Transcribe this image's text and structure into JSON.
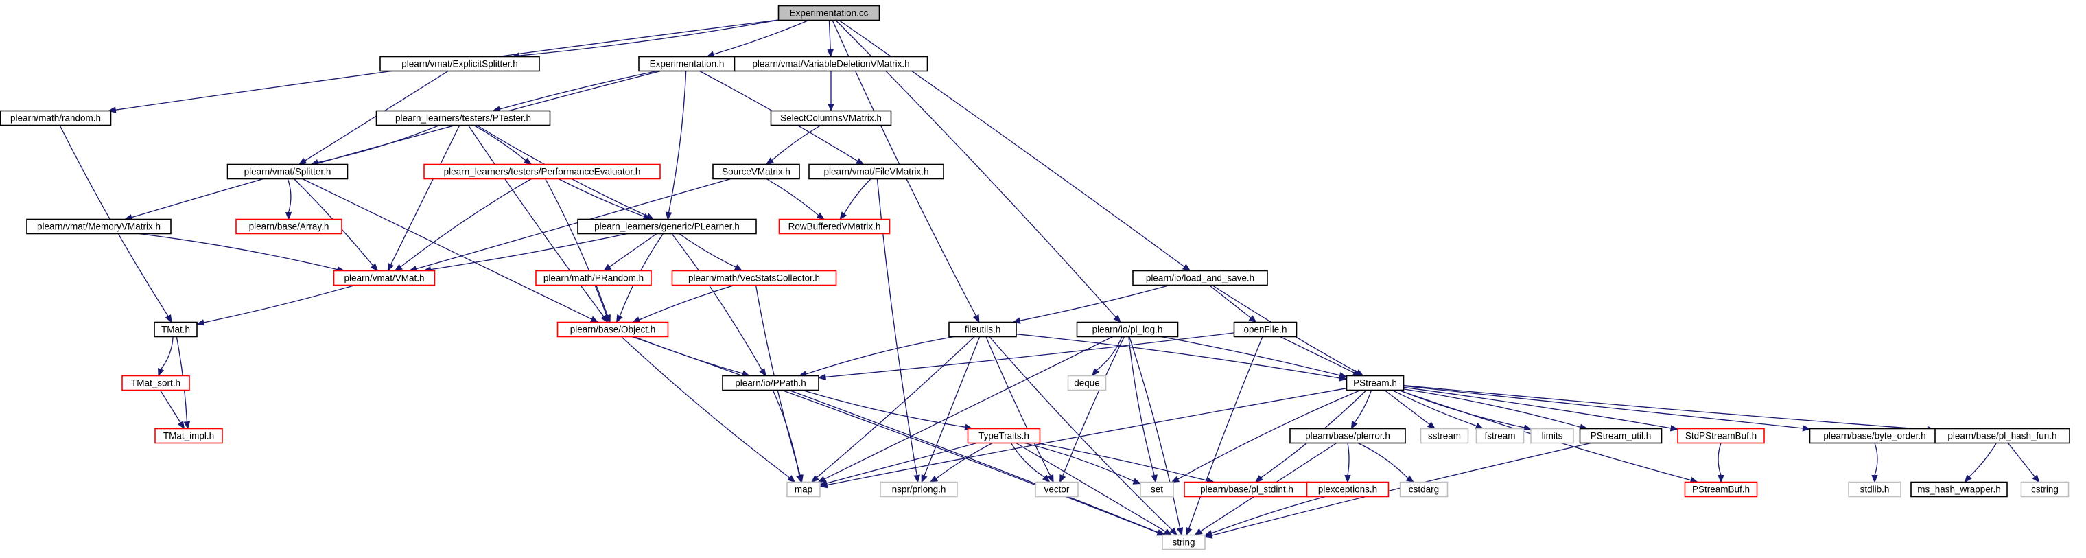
{
  "graph": {
    "root": "Experimentation.cc",
    "colors": {
      "edge": "#191970",
      "documented_border": "#000000",
      "undocumented_border": "#ff0000",
      "external_border": "#bfbfbf",
      "root_fill": "#bfbfbf"
    },
    "nodes": {
      "experimentation_cc": {
        "label": "Experimentation.cc",
        "kind": "root"
      },
      "explicit_splitter": {
        "label": "plearn/vmat/ExplicitSplitter.h",
        "kind": "doc"
      },
      "experimentation_h": {
        "label": "Experimentation.h",
        "kind": "doc"
      },
      "variable_deletion": {
        "label": "plearn/vmat/VariableDeletionVMatrix.h",
        "kind": "doc"
      },
      "random_h": {
        "label": "plearn/math/random.h",
        "kind": "doc"
      },
      "ptester": {
        "label": "plearn_learners/testers/PTester.h",
        "kind": "doc"
      },
      "select_columns": {
        "label": "SelectColumnsVMatrix.h",
        "kind": "doc"
      },
      "splitter": {
        "label": "plearn/vmat/Splitter.h",
        "kind": "doc"
      },
      "performance_evaluator": {
        "label": "plearn_learners/testers/PerformanceEvaluator.h",
        "kind": "red"
      },
      "source_vmatrix": {
        "label": "SourceVMatrix.h",
        "kind": "doc"
      },
      "file_vmatrix": {
        "label": "plearn/vmat/FileVMatrix.h",
        "kind": "doc"
      },
      "memory_vmatrix": {
        "label": "plearn/vmat/MemoryVMatrix.h",
        "kind": "doc"
      },
      "array_h": {
        "label": "plearn/base/Array.h",
        "kind": "red"
      },
      "plearner": {
        "label": "plearn_learners/generic/PLearner.h",
        "kind": "doc"
      },
      "row_buffered": {
        "label": "RowBufferedVMatrix.h",
        "kind": "red"
      },
      "vmat_h": {
        "label": "plearn/vmat/VMat.h",
        "kind": "red"
      },
      "prandom": {
        "label": "plearn/math/PRandom.h",
        "kind": "red"
      },
      "vecstats": {
        "label": "plearn/math/VecStatsCollector.h",
        "kind": "red"
      },
      "load_and_save": {
        "label": "plearn/io/load_and_save.h",
        "kind": "doc"
      },
      "tmat_h": {
        "label": "TMat.h",
        "kind": "doc"
      },
      "object_h": {
        "label": "plearn/base/Object.h",
        "kind": "red"
      },
      "fileutils": {
        "label": "fileutils.h",
        "kind": "doc"
      },
      "pl_log": {
        "label": "plearn/io/pl_log.h",
        "kind": "doc"
      },
      "openfile": {
        "label": "openFile.h",
        "kind": "doc"
      },
      "deque": {
        "label": "deque",
        "kind": "ext"
      },
      "tmat_sort": {
        "label": "TMat_sort.h",
        "kind": "red"
      },
      "ppath": {
        "label": "plearn/io/PPath.h",
        "kind": "doc"
      },
      "pstream": {
        "label": "PStream.h",
        "kind": "doc"
      },
      "tmat_impl": {
        "label": "TMat_impl.h",
        "kind": "red"
      },
      "typetraits": {
        "label": "TypeTraits.h",
        "kind": "red"
      },
      "plerror": {
        "label": "plearn/base/plerror.h",
        "kind": "doc"
      },
      "sstream": {
        "label": "sstream",
        "kind": "ext"
      },
      "fstream": {
        "label": "fstream",
        "kind": "ext"
      },
      "limits": {
        "label": "limits",
        "kind": "ext"
      },
      "pstream_util": {
        "label": "PStream_util.h",
        "kind": "doc"
      },
      "stdpstreambuf": {
        "label": "StdPStreamBuf.h",
        "kind": "red"
      },
      "byte_order": {
        "label": "plearn/base/byte_order.h",
        "kind": "doc"
      },
      "pl_hash_fun": {
        "label": "plearn/base/pl_hash_fun.h",
        "kind": "doc"
      },
      "map": {
        "label": "map",
        "kind": "ext"
      },
      "nspr": {
        "label": "nspr/prlong.h",
        "kind": "ext"
      },
      "vector": {
        "label": "vector",
        "kind": "ext"
      },
      "set": {
        "label": "set",
        "kind": "ext"
      },
      "pl_stdint": {
        "label": "plearn/base/pl_stdint.h",
        "kind": "red"
      },
      "cstdarg": {
        "label": "cstdarg",
        "kind": "ext"
      },
      "plexceptions": {
        "label": "plexceptions.h",
        "kind": "red"
      },
      "pstreambuf": {
        "label": "PStreamBuf.h",
        "kind": "red"
      },
      "stdlib": {
        "label": "stdlib.h",
        "kind": "ext"
      },
      "ms_hash": {
        "label": "ms_hash_wrapper.h",
        "kind": "doc"
      },
      "cstring": {
        "label": "cstring",
        "kind": "ext"
      },
      "string": {
        "label": "string",
        "kind": "ext"
      }
    },
    "edges": [
      [
        "experimentation_cc",
        "explicit_splitter"
      ],
      [
        "experimentation_cc",
        "experimentation_h"
      ],
      [
        "experimentation_cc",
        "variable_deletion"
      ],
      [
        "experimentation_cc",
        "random_h"
      ],
      [
        "experimentation_cc",
        "fileutils"
      ],
      [
        "experimentation_cc",
        "pl_log"
      ],
      [
        "experimentation_cc",
        "load_and_save"
      ],
      [
        "explicit_splitter",
        "splitter"
      ],
      [
        "experimentation_h",
        "ptester"
      ],
      [
        "experimentation_h",
        "memory_vmatrix"
      ],
      [
        "experimentation_h",
        "plearner"
      ],
      [
        "experimentation_h",
        "file_vmatrix"
      ],
      [
        "variable_deletion",
        "select_columns"
      ],
      [
        "select_columns",
        "source_vmatrix"
      ],
      [
        "random_h",
        "tmat_h"
      ],
      [
        "ptester",
        "splitter"
      ],
      [
        "ptester",
        "performance_evaluator"
      ],
      [
        "ptester",
        "vmat_h"
      ],
      [
        "ptester",
        "object_h"
      ],
      [
        "ptester",
        "plearner"
      ],
      [
        "splitter",
        "array_h"
      ],
      [
        "splitter",
        "vmat_h"
      ],
      [
        "splitter",
        "object_h"
      ],
      [
        "performance_evaluator",
        "plearner"
      ],
      [
        "performance_evaluator",
        "vmat_h"
      ],
      [
        "performance_evaluator",
        "object_h"
      ],
      [
        "source_vmatrix",
        "row_buffered"
      ],
      [
        "source_vmatrix",
        "vmat_h"
      ],
      [
        "file_vmatrix",
        "row_buffered"
      ],
      [
        "file_vmatrix",
        "nspr"
      ],
      [
        "memory_vmatrix",
        "vmat_h"
      ],
      [
        "plearner",
        "vmat_h"
      ],
      [
        "plearner",
        "prandom"
      ],
      [
        "plearner",
        "vecstats"
      ],
      [
        "plearner",
        "object_h"
      ],
      [
        "plearner",
        "ppath"
      ],
      [
        "vmat_h",
        "tmat_h"
      ],
      [
        "prandom",
        "object_h"
      ],
      [
        "vecstats",
        "object_h"
      ],
      [
        "vecstats",
        "map"
      ],
      [
        "tmat_h",
        "tmat_sort"
      ],
      [
        "tmat_h",
        "tmat_impl"
      ],
      [
        "tmat_sort",
        "tmat_impl"
      ],
      [
        "object_h",
        "ppath"
      ],
      [
        "object_h",
        "map"
      ],
      [
        "object_h",
        "string"
      ],
      [
        "load_and_save",
        "fileutils"
      ],
      [
        "load_and_save",
        "openfile"
      ],
      [
        "load_and_save",
        "pstream"
      ],
      [
        "fileutils",
        "ppath"
      ],
      [
        "fileutils",
        "pstream"
      ],
      [
        "fileutils",
        "map"
      ],
      [
        "fileutils",
        "nspr"
      ],
      [
        "fileutils",
        "vector"
      ],
      [
        "fileutils",
        "string"
      ],
      [
        "pl_log",
        "deque"
      ],
      [
        "pl_log",
        "pstream"
      ],
      [
        "pl_log",
        "map"
      ],
      [
        "pl_log",
        "vector"
      ],
      [
        "pl_log",
        "set"
      ],
      [
        "pl_log",
        "string"
      ],
      [
        "openfile",
        "ppath"
      ],
      [
        "openfile",
        "pstream"
      ],
      [
        "openfile",
        "string"
      ],
      [
        "ppath",
        "typetraits"
      ],
      [
        "ppath",
        "map"
      ],
      [
        "ppath",
        "string"
      ],
      [
        "typetraits",
        "map"
      ],
      [
        "typetraits",
        "nspr"
      ],
      [
        "typetraits",
        "vector"
      ],
      [
        "typetraits",
        "set"
      ],
      [
        "typetraits",
        "pl_stdint"
      ],
      [
        "typetraits",
        "string"
      ],
      [
        "pstream",
        "map"
      ],
      [
        "pstream",
        "set"
      ],
      [
        "pstream",
        "pl_stdint"
      ],
      [
        "pstream",
        "plerror"
      ],
      [
        "pstream",
        "sstream"
      ],
      [
        "pstream",
        "fstream"
      ],
      [
        "pstream",
        "limits"
      ],
      [
        "pstream",
        "pstream_util"
      ],
      [
        "pstream",
        "stdpstreambuf"
      ],
      [
        "pstream",
        "byte_order"
      ],
      [
        "pstream",
        "pl_hash_fun"
      ],
      [
        "pstream",
        "pstreambuf"
      ],
      [
        "plerror",
        "cstdarg"
      ],
      [
        "plerror",
        "plexceptions"
      ],
      [
        "plerror",
        "string"
      ],
      [
        "pstream_util",
        "string"
      ],
      [
        "stdpstreambuf",
        "pstreambuf"
      ],
      [
        "byte_order",
        "stdlib"
      ],
      [
        "pl_hash_fun",
        "ms_hash"
      ],
      [
        "pl_hash_fun",
        "cstring"
      ],
      [
        "plexceptions",
        "string"
      ]
    ]
  }
}
